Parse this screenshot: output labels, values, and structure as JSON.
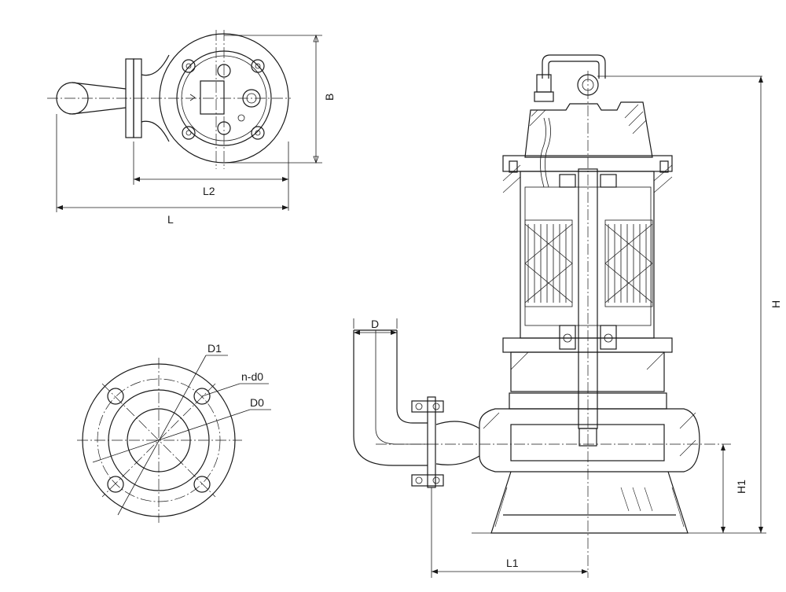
{
  "labels": {
    "L": "L",
    "L2": "L2",
    "B": "B",
    "D": "D",
    "D1": "D1",
    "D0": "D0",
    "n_d0": "n-d0",
    "H": "H",
    "H1": "H1",
    "L1": "L1"
  },
  "colors": {
    "ink": "#1a1a1a",
    "background": "#ffffff"
  }
}
